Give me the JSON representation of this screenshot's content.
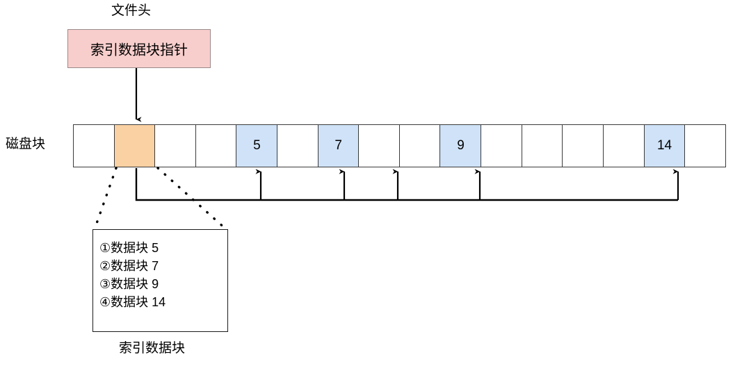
{
  "diagram": {
    "title_label": "文件头",
    "header_box": {
      "text": "索引数据块指针",
      "fill": "#f8cecc",
      "stroke": "#9a8a8a"
    },
    "disk_row": {
      "label": "磁盘块",
      "cell_fill_default": "#ffffff",
      "cell_fill_data": "#cfe2f7",
      "cell_fill_index": "#fad1a2",
      "cells": [
        {
          "text": "",
          "type": "empty"
        },
        {
          "text": "",
          "type": "index"
        },
        {
          "text": "",
          "type": "empty"
        },
        {
          "text": "",
          "type": "empty"
        },
        {
          "text": "5",
          "type": "data"
        },
        {
          "text": "",
          "type": "empty"
        },
        {
          "text": "7",
          "type": "data"
        },
        {
          "text": "",
          "type": "empty"
        },
        {
          "text": "",
          "type": "empty"
        },
        {
          "text": "9",
          "type": "data"
        },
        {
          "text": "",
          "type": "empty"
        },
        {
          "text": "",
          "type": "empty"
        },
        {
          "text": "",
          "type": "empty"
        },
        {
          "text": "",
          "type": "empty"
        },
        {
          "text": "14",
          "type": "data"
        },
        {
          "text": "",
          "type": "empty"
        }
      ]
    },
    "index_block": {
      "caption": "索引数据块",
      "entries": [
        "①数据块 5",
        "②数据块 7",
        "③数据块 9",
        "④数据块 14"
      ]
    },
    "colors": {
      "line": "#000000",
      "cell_border": "#3a3a3a",
      "box_border": "#1a1a1a",
      "text": "#000000"
    }
  }
}
